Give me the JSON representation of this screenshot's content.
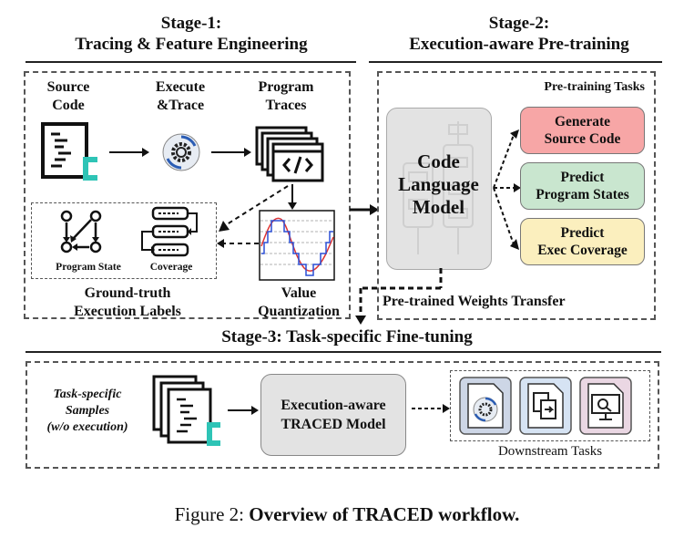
{
  "stage1": {
    "title_line1": "Stage-1:",
    "title_line2": "Tracing & Feature Engineering"
  },
  "stage2": {
    "title_line1": "Stage-2:",
    "title_line2": "Execution-aware Pre-training"
  },
  "stage3": {
    "title": "Stage-3: Task-specific Fine-tuning"
  },
  "step_source": {
    "line1": "Source",
    "line2": "Code"
  },
  "step_execute": {
    "line1": "Execute",
    "line2": "&Trace"
  },
  "step_traces": {
    "line1": "Program",
    "line2": "Traces"
  },
  "labels_box": {
    "program_state": "Program State",
    "coverage": "Coverage"
  },
  "ground_truth": {
    "line1": "Ground-truth",
    "line2": "Execution Labels"
  },
  "value_quant": {
    "line1": "Value",
    "line2": "Quantization"
  },
  "pretraining_tasks_title": "Pre-training Tasks",
  "model": {
    "line1": "Code",
    "line2": "Language",
    "line3": "Model"
  },
  "tasks": [
    {
      "line1": "Generate",
      "line2": "Source Code",
      "fill": "#f7a6a6"
    },
    {
      "line1": "Predict",
      "line2": "Program States",
      "fill": "#c9e6cf"
    },
    {
      "line1": "Predict",
      "line2": "Exec Coverage",
      "fill": "#fbefbe"
    }
  ],
  "weights_transfer": "Pre-trained Weights Transfer",
  "samples": {
    "line1": "Task-specific",
    "line2": "Samples",
    "line3": "(w/o execution)"
  },
  "traced_model": {
    "line1": "Execution-aware",
    "line2": "TRACED Model"
  },
  "downstream": "Downstream Tasks",
  "caption": {
    "prefix": "Figure 2:",
    "text": "Overview of TRACED workflow."
  },
  "colors": {
    "model_fill": "#e3e3e3",
    "downstream_1": "#cdd6e6",
    "downstream_2": "#d6e3f3",
    "downstream_3": "#ead7e3"
  }
}
